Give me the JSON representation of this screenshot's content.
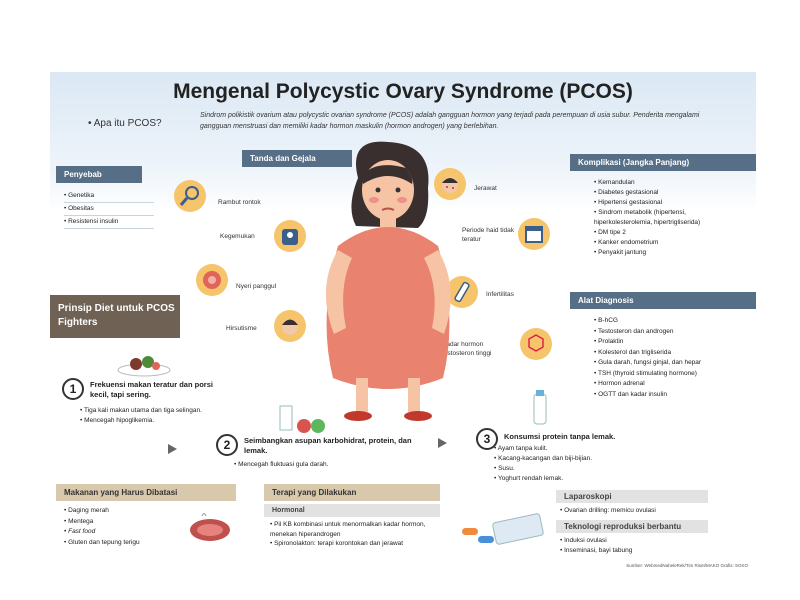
{
  "title": "Mengenal Polycystic Ovary Syndrome (PCOS)",
  "what_is": {
    "label": "Apa itu PCOS?",
    "text": "Sindrom polikistik ovarium atau polycystic ovarian syndrome (PCOS) adalah gangguan hormon yang terjadi pada perempuan di usia subur. Penderita mengalami gangguan menstruasi dan memiliki kadar hormon maskulin (hormon androgen) yang berlebihan."
  },
  "causes": {
    "header": "Penyebab",
    "items": [
      "Genetika",
      "Obesitas",
      "Resistensi insulin"
    ]
  },
  "symptoms": {
    "header": "Tanda dan Gejala",
    "items": [
      "Rambut rontok",
      "Kegemukan",
      "Nyeri panggul",
      "Hirsutisme",
      "Jerawat",
      "Periode haid tidak teratur",
      "Infertilitas",
      "Kadar hormon testosteron tinggi"
    ]
  },
  "complications": {
    "header": "Komplikasi (Jangka Panjang)",
    "items": [
      "Kemandulan",
      "Diabetes gestasional",
      "Hipertensi gestasional",
      "Sindrom metabolik (hipertensi, hiperkolesterolemia, hipertrigliserida)",
      "DM tipe 2",
      "Kanker endometrium",
      "Penyakit jantung"
    ]
  },
  "diagnosis": {
    "header": "Alat Diagnosis",
    "items": [
      "B-hCG",
      "Testosteron dan androgen",
      "Prolaktin",
      "Kolesterol dan trigliserida",
      "Gula darah, fungsi ginjal, dan hepar",
      "TSH (thyroid stimulating hormone)",
      "Hormon adrenal",
      "OGTT dan kadar insulin"
    ]
  },
  "diet": {
    "header": "Prinsip Diet untuk PCOS Fighters",
    "steps": [
      {
        "num": "1",
        "title": "Frekuensi makan teratur dan porsi kecil, tapi sering.",
        "bullets": [
          "Tiga kali makan utama dan tiga selingan.",
          "Mencegah hipoglikemia."
        ]
      },
      {
        "num": "2",
        "title": "Seimbangkan asupan karbohidrat, protein, dan lemak.",
        "bullets": [
          "Mencegah fluktuasi gula darah."
        ]
      },
      {
        "num": "3",
        "title": "Konsumsi protein tanpa lemak.",
        "bullets": [
          "Ayam tanpa kulit.",
          "Kacang-kacangan dan biji-bijian.",
          "Susu.",
          "Yoghurt rendah lemak."
        ]
      }
    ]
  },
  "limit_foods": {
    "header": "Makanan yang Harus Dibatasi",
    "items": [
      "Daging merah",
      "Mentega",
      "Fast food",
      "Gluten dan tepung terigu"
    ]
  },
  "therapy": {
    "header": "Terapi yang Dilakukan",
    "sub_header": "Hormonal",
    "items": [
      "Pil KB kombinasi untuk menormalkan kadar hormon, menekan hiperandrogen",
      "Spironolakton: terapi korontokan dan jerawat"
    ]
  },
  "surgery": {
    "laparoscopy_header": "Laparoskopi",
    "laparoscopy_items": [
      "Ovarian drilling: memicu ovulasi"
    ],
    "reproduction_header": "Teknologi reproduksi berbantu",
    "reproduction_items": [
      "Induksi ovulasi",
      "Inseminasi, bayi tabung"
    ]
  },
  "source": "Sumber: WebmedNaheleRek/Tim Riset/MAKO Grafis: SGKO",
  "colors": {
    "header_blue": "#566e86",
    "diet_brown": "#6f6154",
    "tan": "#d8c9ad",
    "dress": "#e9826f",
    "hair": "#3a2f2f"
  }
}
